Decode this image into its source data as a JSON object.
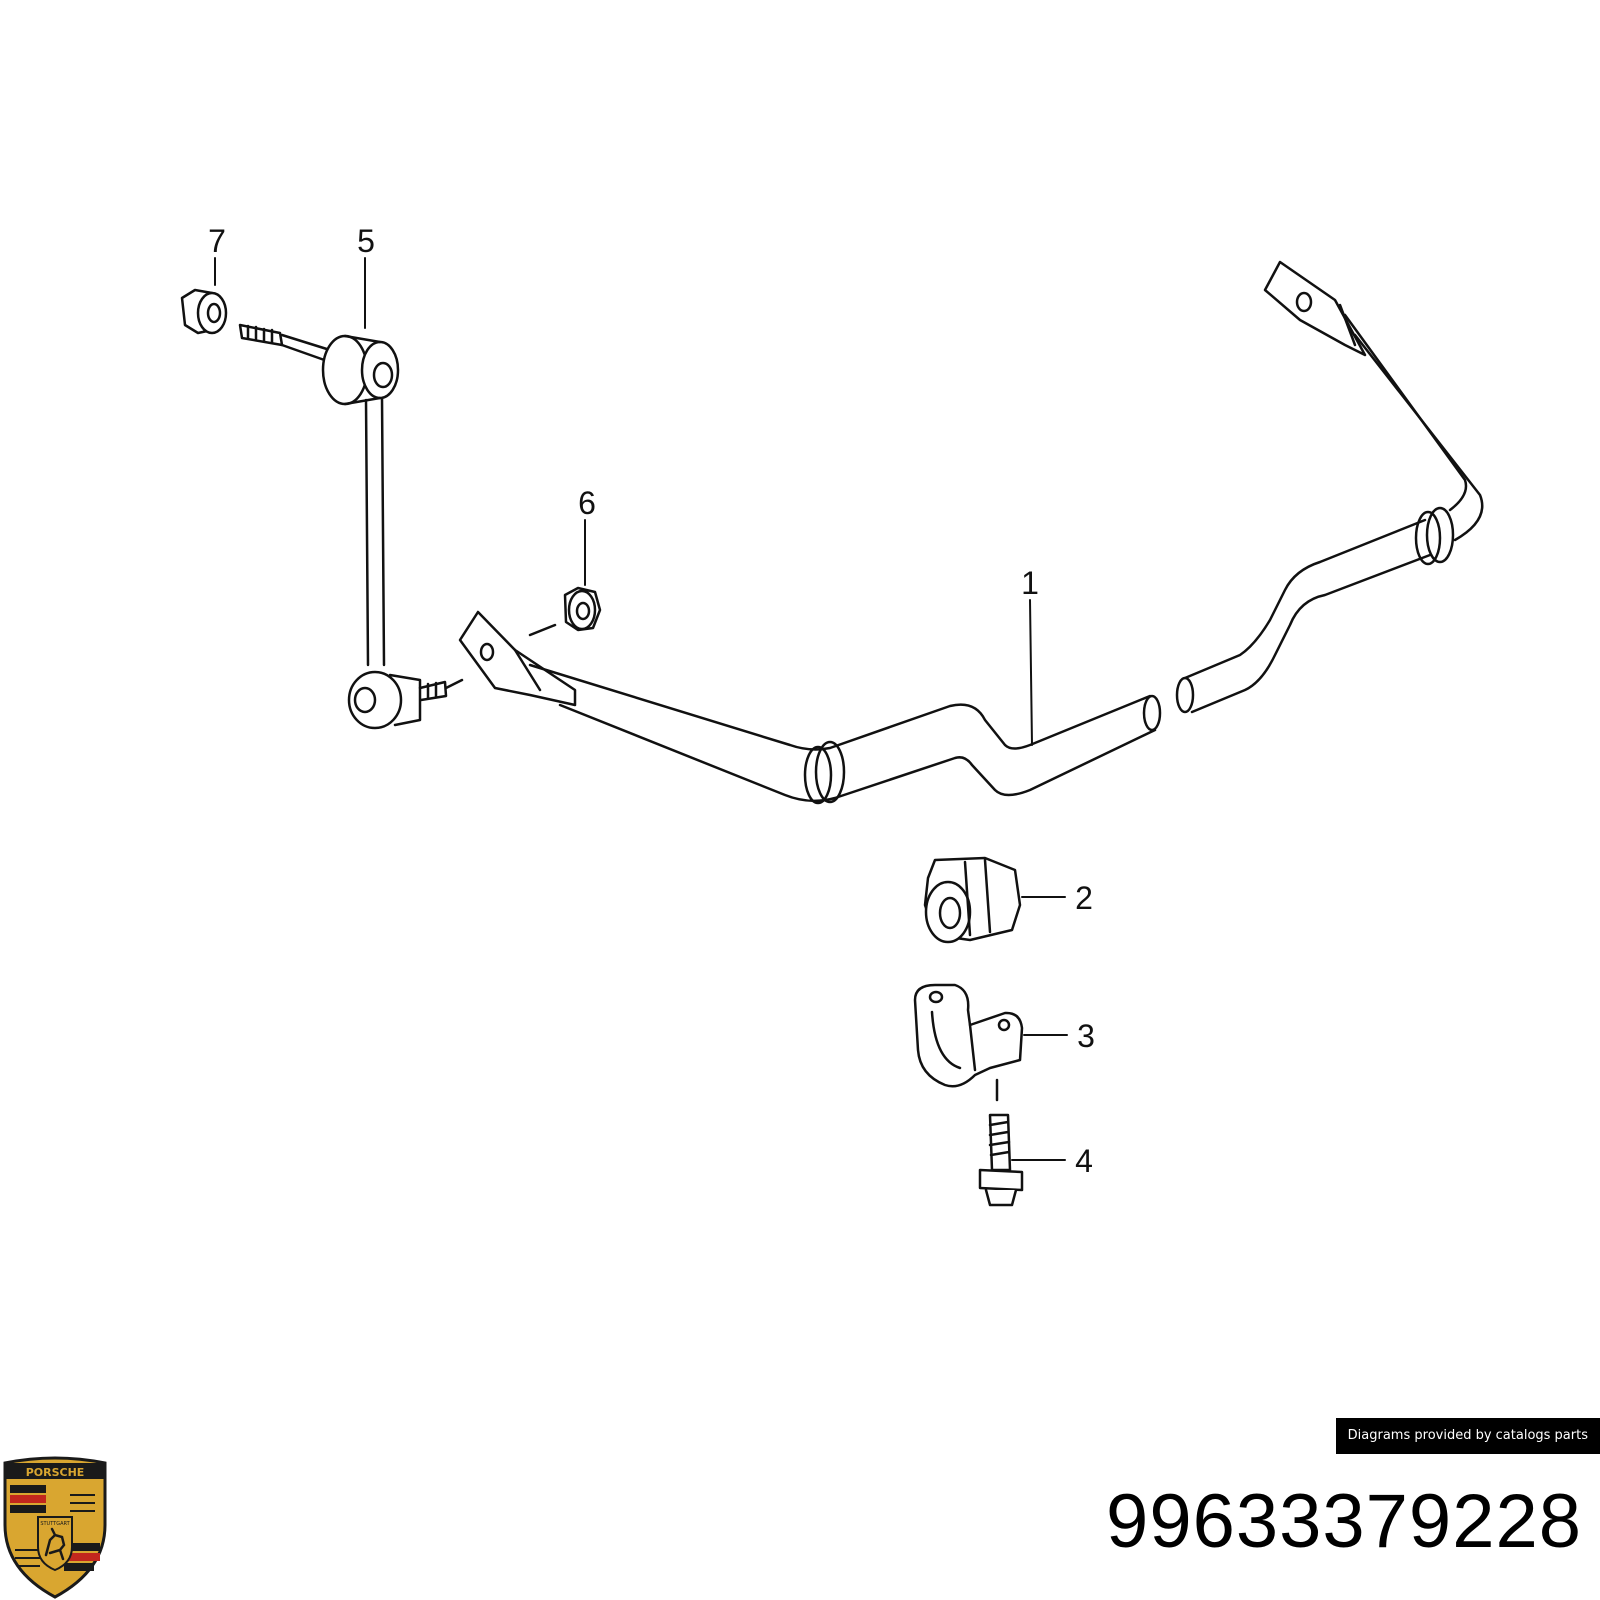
{
  "callouts": {
    "c1": "1",
    "c2": "2",
    "c3": "3",
    "c4": "4",
    "c5": "5",
    "c6": "6",
    "c7": "7"
  },
  "credit": "Diagrams provided by catalogs parts",
  "part_number": "99633379228",
  "logo_text": {
    "brand": "PORSCHE",
    "city": "STUTTGART"
  },
  "colors": {
    "line": "#111111",
    "logo_gold": "#d9a630",
    "logo_red": "#c2271e",
    "logo_black": "#1a1a1a"
  }
}
